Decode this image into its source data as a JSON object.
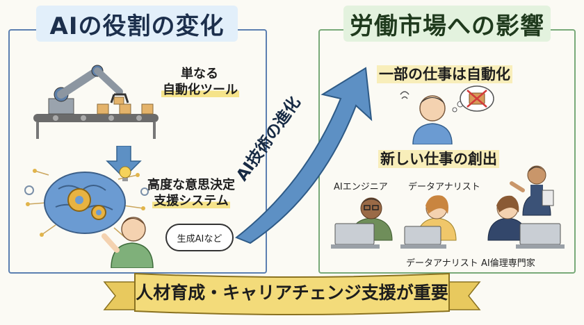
{
  "left": {
    "title": "AIの役割の変化",
    "item1_line1": "単なる",
    "item1_line2": "自動化ツール",
    "item2_line1": "高度な意思決定",
    "item2_line2": "支援システム",
    "bubble": "生成AIなど"
  },
  "arrow_label": "AI技術の進化",
  "right": {
    "title": "労働市場への影響",
    "heading1": "一部の仕事は自動化",
    "heading2": "新しい仕事の創出",
    "jobs": [
      "AIエンジニア",
      "データアナリスト",
      "データアナリスト",
      "AI倫理専門家"
    ]
  },
  "banner": "人材育成・キャリアチェンジ支援が重要",
  "colors": {
    "left_frame": "#5b7fb0",
    "right_frame": "#78a978",
    "arrow": "#5d90c4",
    "banner": "#f3db7a"
  },
  "icons": [
    "robot-arm-icon",
    "conveyor-belt-icon",
    "down-arrow-icon",
    "brain-icon",
    "gear-icon",
    "lightbulb-icon",
    "person-icon",
    "briefcase-crossed-icon",
    "laptop-icon"
  ]
}
